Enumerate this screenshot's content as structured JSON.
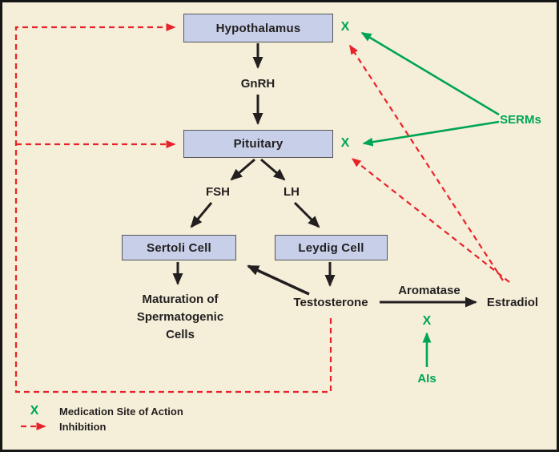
{
  "colors": {
    "bg": "#f5efd9",
    "box": "#c7cfe9",
    "ink": "#231f20",
    "green": "#00a551",
    "red": "#e8222a"
  },
  "nodes": {
    "hypothalamus": "Hypothalamus",
    "pituitary": "Pituitary",
    "sertoli": "Sertoli Cell",
    "leydig": "Leydig Cell"
  },
  "labels": {
    "gnrh": "GnRH",
    "fsh": "FSH",
    "lh": "LH",
    "maturation": "Maturation of Spermatogenic Cells",
    "testosterone": "Testosterone",
    "aromatase": "Aromatase",
    "estradiol": "Estradiol",
    "serms": "SERMs",
    "ais": "AIs",
    "site_marker": "X"
  },
  "legend": {
    "marker": "X",
    "marker_label": "Medication Site of Action",
    "inhibition_label": "Inhibition"
  }
}
